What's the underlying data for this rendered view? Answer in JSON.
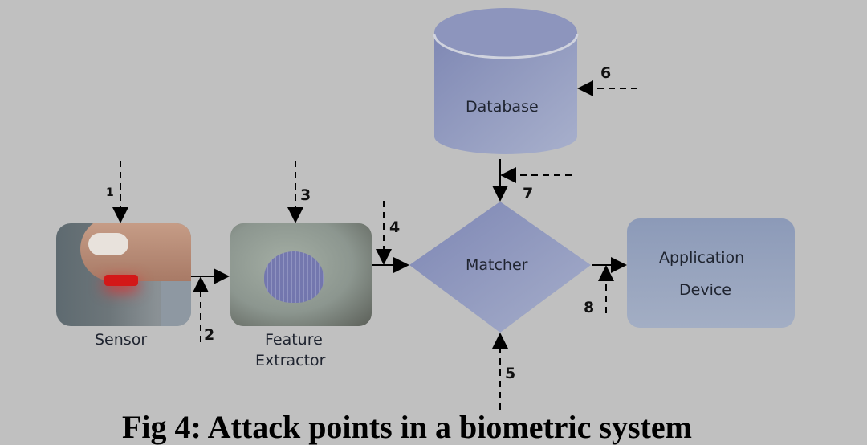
{
  "diagram": {
    "nodes": [
      {
        "id": "sensor",
        "label": "Sensor"
      },
      {
        "id": "feature_extractor",
        "label_line1": "Feature",
        "label_line2": "Extractor"
      },
      {
        "id": "matcher",
        "label": "Matcher"
      },
      {
        "id": "database",
        "label": "Database"
      },
      {
        "id": "application_device",
        "label_line1": "Application",
        "label_line2": "Device"
      }
    ],
    "edges": [
      {
        "from": "sensor",
        "to": "feature_extractor"
      },
      {
        "from": "feature_extractor",
        "to": "matcher"
      },
      {
        "from": "database",
        "to": "matcher"
      },
      {
        "from": "matcher",
        "to": "application_device"
      }
    ],
    "attack_points": [
      "1",
      "2",
      "3",
      "4",
      "5",
      "6",
      "7",
      "8"
    ],
    "caption": "Fig 4: Attack points in a biometric system"
  }
}
